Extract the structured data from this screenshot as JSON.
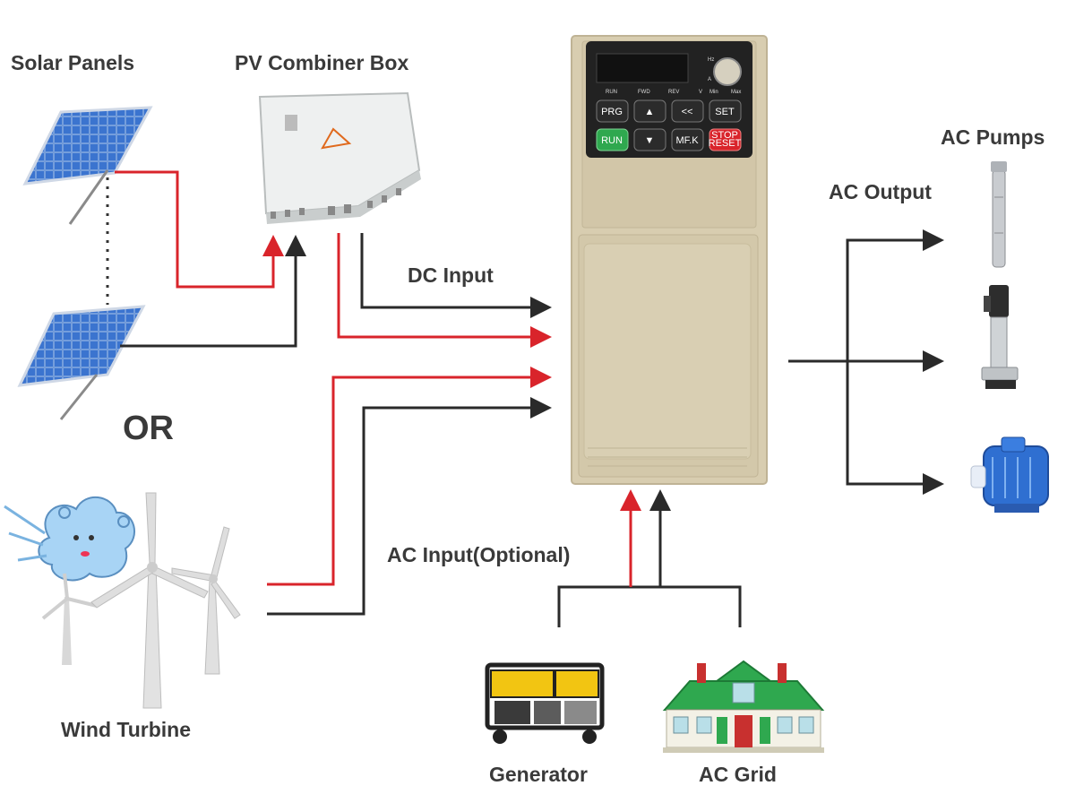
{
  "labels": {
    "solar_panels": "Solar Panels",
    "pv_combiner_box": "PV Combiner Box",
    "or": "OR",
    "wind_turbine": "Wind Turbine",
    "dc_input": "DC Input",
    "ac_input_optional": "AC Input(Optional)",
    "ac_output": "AC Output",
    "ac_pumps": "AC Pumps",
    "generator": "Generator",
    "ac_grid": "AC Grid"
  },
  "keypad": {
    "indicators": [
      "RUN",
      "FWD",
      "REV",
      "V",
      "Min",
      "Max"
    ],
    "side_marks": [
      "Hz",
      "A"
    ],
    "prg": "PRG",
    "up": "▲",
    "shift": "<<",
    "set": "SET",
    "run": "RUN",
    "down": "▼",
    "mfk": "MF.K",
    "stop": "STOP",
    "reset": "RESET"
  },
  "colors": {
    "dc_positive": "#d9242b",
    "dc_negative": "#2a2a2a",
    "inverter_body": "#d8cdb0",
    "label_text": "#3a3a3a"
  }
}
